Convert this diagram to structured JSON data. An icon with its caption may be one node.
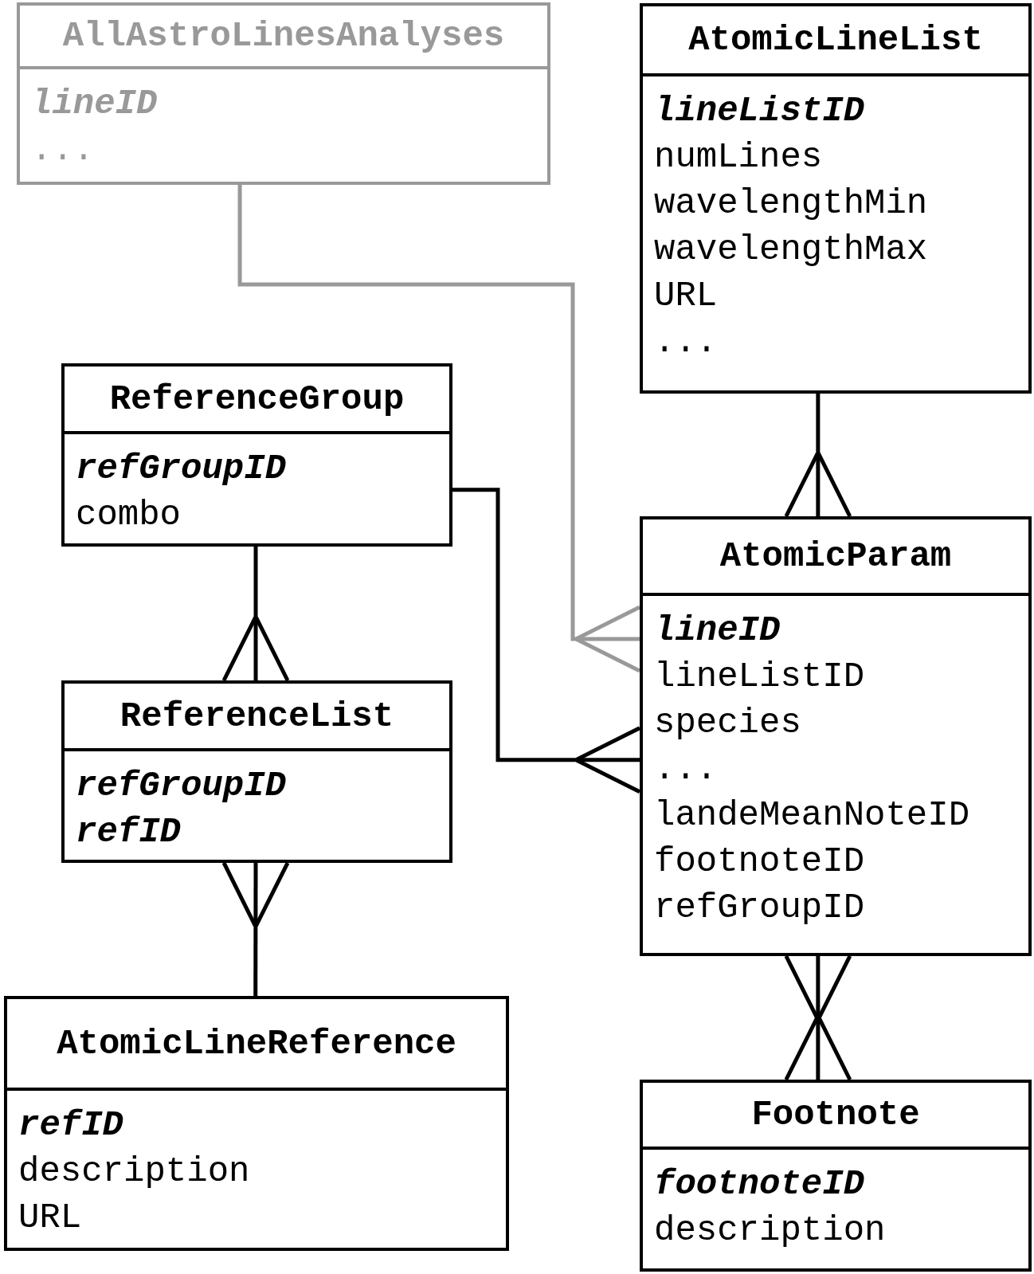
{
  "diagram": {
    "nodes": [
      {
        "text": [
          "AllAstroLinesAnalyses",
          "lineID",
          "..."
        ]
      },
      {
        "text": [
          "AtomicLineList",
          "lineListID",
          "numLines",
          "wavelengthMin",
          "wavelengthMax",
          "URL",
          "..."
        ]
      },
      {
        "text": [
          "ReferenceGroup",
          "refGroupID",
          "combo"
        ]
      },
      {
        "text": [
          "AtomicParam",
          "lineID",
          "lineListID",
          "species",
          "...",
          "landeMeanNoteID",
          "footnoteID",
          "refGroupID"
        ]
      },
      {
        "text": [
          "ReferenceList",
          "refGroupID",
          "refID"
        ]
      },
      {
        "text": [
          "AtomicLineReference",
          "refID",
          "description",
          "URL"
        ]
      },
      {
        "text": [
          "Footnote",
          "footnoteID",
          "description"
        ]
      }
    ],
    "edges": [
      {
        "from": 1,
        "to": 3,
        "arrow": "other"
      },
      {
        "from": 2,
        "to": 4,
        "arrow": "other"
      },
      {
        "from": 5,
        "to": 4,
        "arrow": "other"
      },
      {
        "from": 2,
        "to": 3,
        "arrow": "other"
      },
      {
        "from": 0,
        "to": 3,
        "arrow": "other",
        "color": "#999999"
      },
      {
        "from": 3,
        "to": 6,
        "arrow": "other"
      }
    ]
  }
}
